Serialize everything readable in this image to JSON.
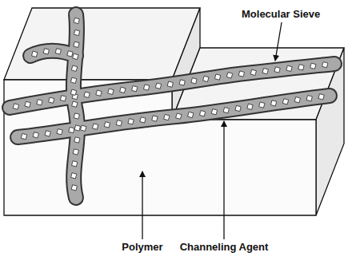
{
  "diagram": {
    "labels": [
      "Molecular Sieve",
      "Polymer",
      "Channeling Agent"
    ]
  }
}
